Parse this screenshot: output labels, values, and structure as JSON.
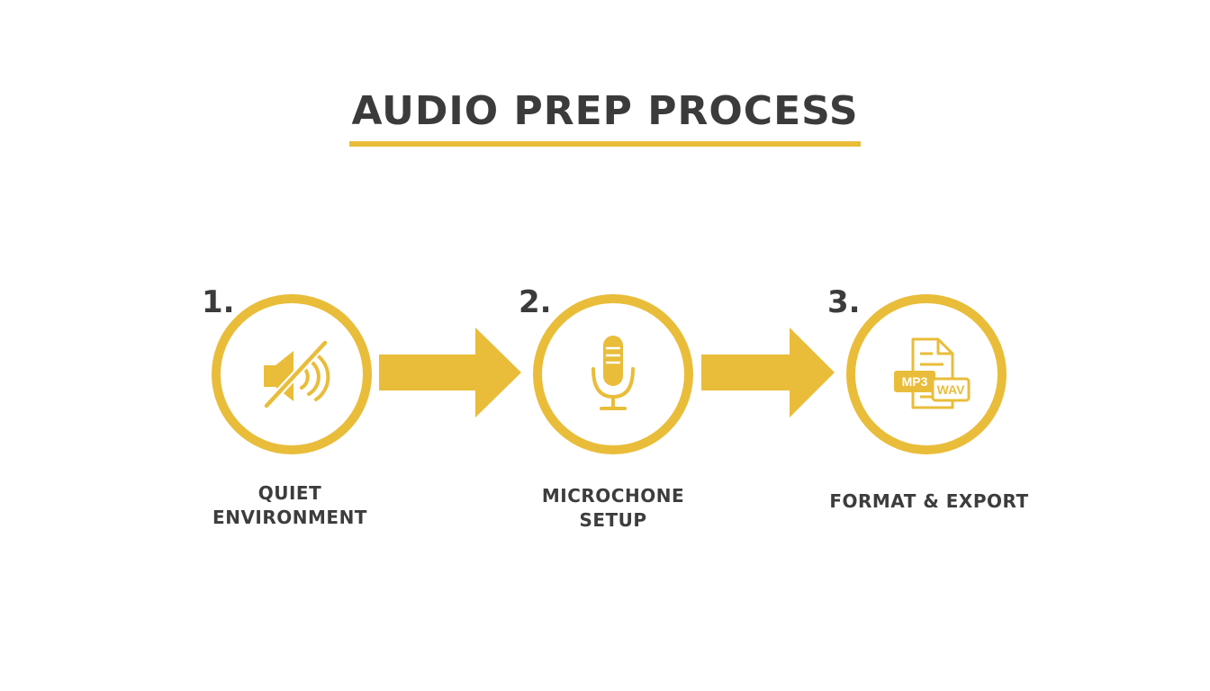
{
  "title": "AUDIO PREP PROCESS",
  "colors": {
    "accent": "#e9bd3a",
    "text": "#3b3b3b",
    "background": "#ffffff"
  },
  "steps": [
    {
      "number": "1.",
      "icon": "muted-speaker-icon",
      "label_lines": [
        "QUIET",
        "ENVIRONMENT"
      ]
    },
    {
      "number": "2.",
      "icon": "microphone-icon",
      "label_lines": [
        "MICROCHONE",
        "SETUP"
      ]
    },
    {
      "number": "3.",
      "icon": "audio-file-format-icon",
      "label_lines": [
        "FORMAT & EXPORT"
      ],
      "icon_tags": [
        "MP3",
        "WAV"
      ]
    }
  ]
}
